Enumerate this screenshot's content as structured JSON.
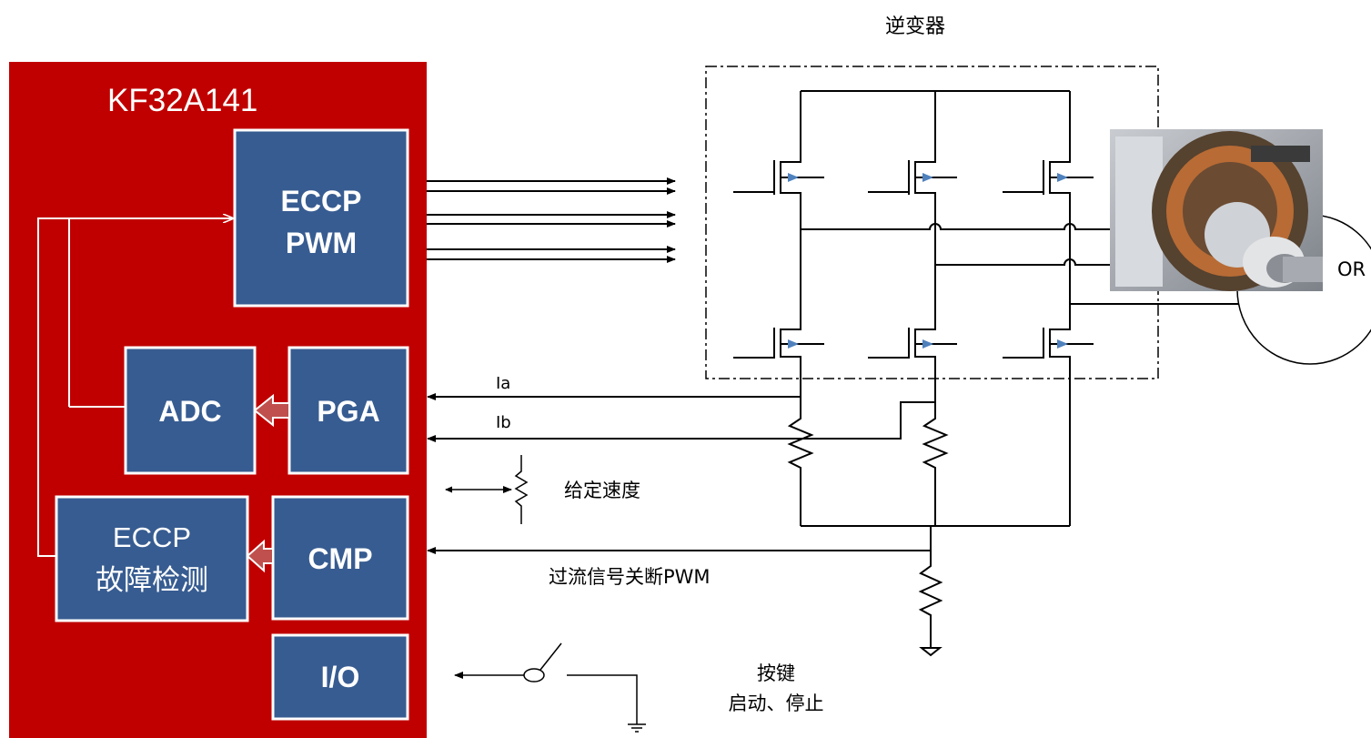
{
  "mcu": {
    "title": "KF32A141",
    "color": "#c00000"
  },
  "blocks": {
    "eccp_pwm": {
      "line1": "ECCP",
      "line2": "PWM"
    },
    "adc": "ADC",
    "pga": "PGA",
    "eccp_fault": {
      "line1": "ECCP",
      "line2": "故障检测"
    },
    "cmp": "CMP",
    "io": "I/O",
    "color": "#375c91"
  },
  "inverter": {
    "title": "逆变器"
  },
  "motor": {
    "label_fragment": "OR"
  },
  "signals": {
    "ia": "Ia",
    "ib": "Ib",
    "speed": "给定速度",
    "overcurrent": "过流信号关断PWM",
    "key_line1": "按键",
    "key_line2": "启动、停止"
  }
}
